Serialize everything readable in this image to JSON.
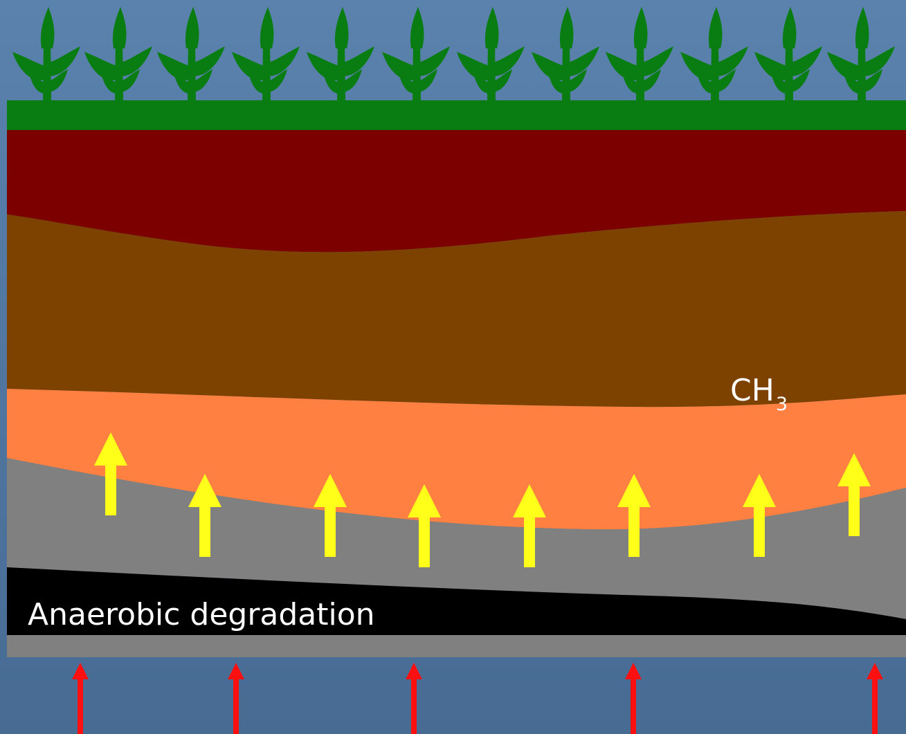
{
  "labels": {
    "methane_main": "CH",
    "methane_sub": "3",
    "anaerobic": "Anaerobic degradation"
  },
  "colors": {
    "background": "#4a6f98",
    "plant": "#0a7d12",
    "ground_strip": "#0a7d12",
    "topsoil": "#7d0000",
    "subsoil": "#7d4100",
    "orange_layer": "#ff8040",
    "gray_layer": "#808080",
    "black_layer": "#000000",
    "bottom_gray": "#808080",
    "up_arrow_yellow": "#ffff1a",
    "up_arrow_red": "#ff1010"
  },
  "icons": {
    "plant": "plant-icon",
    "yellow_arrow": "up-arrow-icon",
    "red_arrow": "up-arrow-icon"
  },
  "plants_count": 12,
  "yellow_arrows_count": 8,
  "red_arrows_count": 5
}
